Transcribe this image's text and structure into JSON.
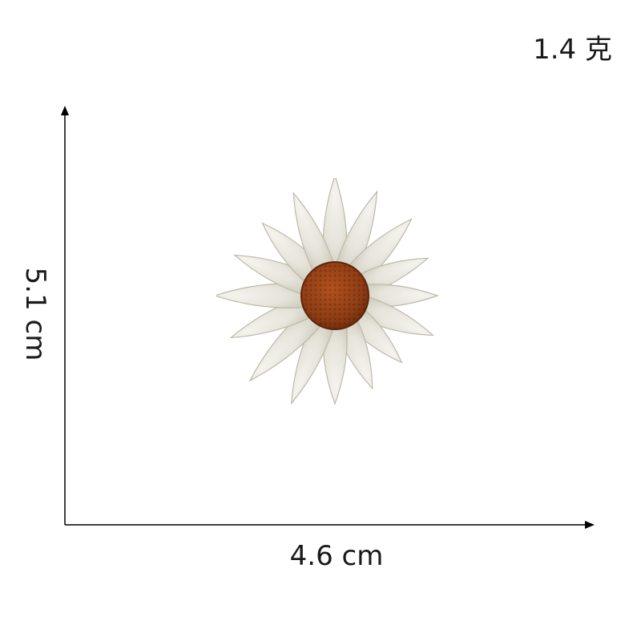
{
  "weight": "1.4 克",
  "dimensions": {
    "height": "5.1 cm",
    "width": "4.6 cm"
  },
  "product": {
    "icon": "daisy-embroidered-patch",
    "colors": {
      "petal": "#ecebe3",
      "petal_shadow": "#c9c6b8",
      "center": "#9c4318",
      "center_dark": "#6e2c0e"
    }
  },
  "axis_color": "#000000"
}
